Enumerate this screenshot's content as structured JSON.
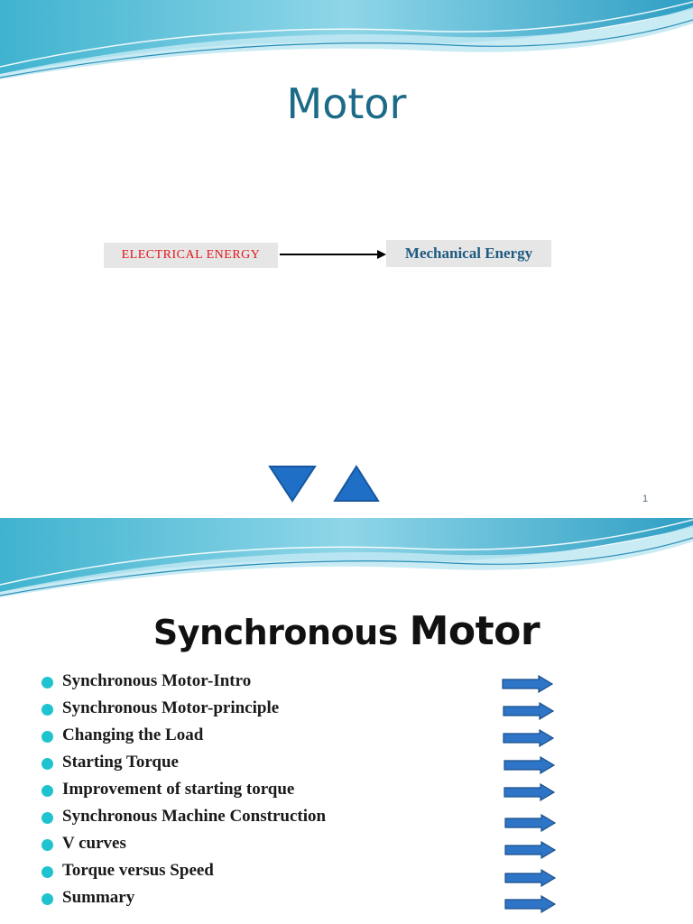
{
  "slide1": {
    "title": "Motor",
    "diagram": {
      "from_label": "ELECTRICAL ENERGY",
      "to_label": "Mechanical Energy"
    },
    "nav": {
      "down_icon": "triangle-down-icon",
      "up_icon": "triangle-up-icon"
    },
    "page_number": "1"
  },
  "slide2": {
    "title_part1": "Synchronous ",
    "title_part2": "Motor",
    "topics": [
      "Synchronous Motor-Intro",
      "Synchronous Motor-principle",
      "Changing the Load",
      "Starting Torque",
      "Improvement of starting torque",
      "Synchronous Machine Construction",
      "V curves",
      "Torque versus Speed",
      "Summary"
    ]
  },
  "colors": {
    "title_teal": "#1b6a87",
    "electrical_red": "#e0151b",
    "mechanical_blue": "#1f5a80",
    "bullet_cyan": "#1fc3cf",
    "arrow_blue": "#2e75c7",
    "wave_blue": "#5bc0de"
  }
}
